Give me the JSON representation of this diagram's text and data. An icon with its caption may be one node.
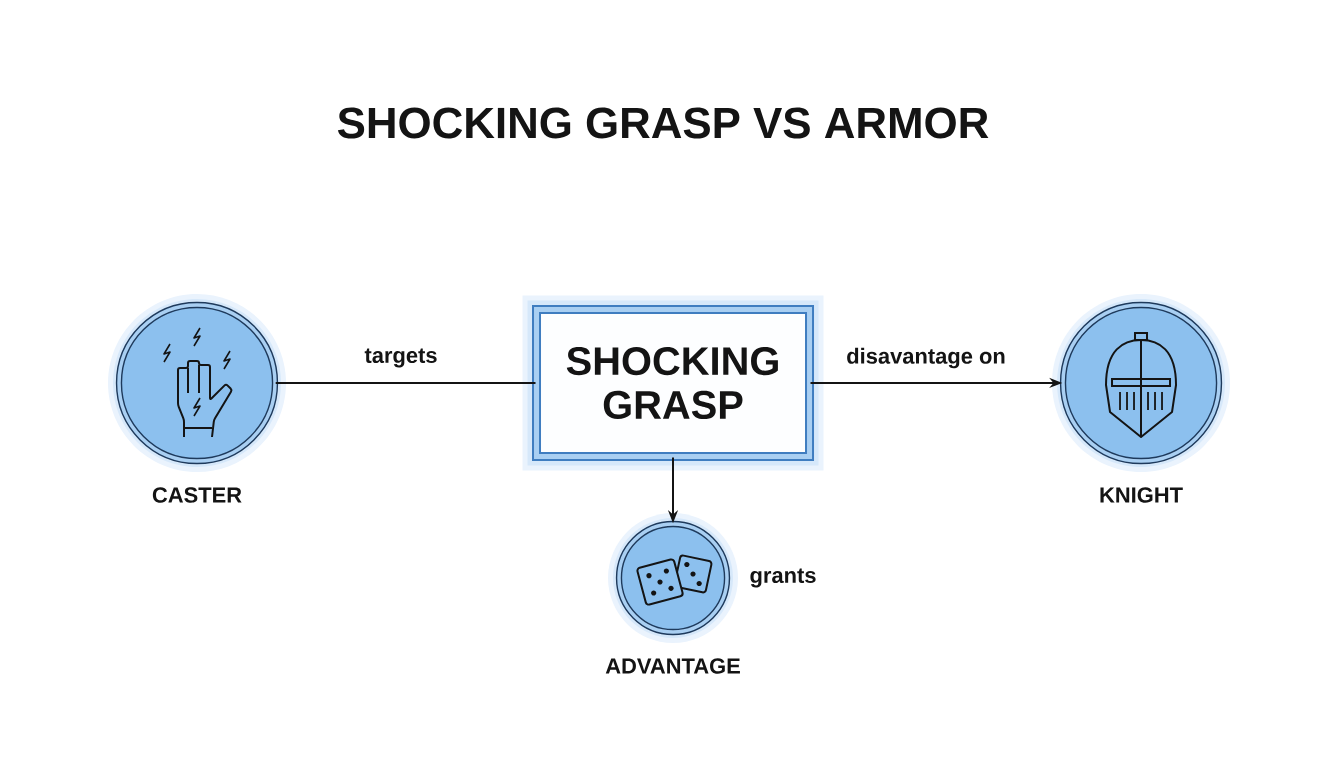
{
  "diagram": {
    "title": "SHOCKING GRASP VS ARMOR",
    "nodes": [
      {
        "text": [
          "CASTER"
        ]
      },
      {
        "text": [
          "SHOCKING GRASP"
        ]
      },
      {
        "text": [
          "KNIGHT"
        ]
      },
      {
        "text": [
          "ADVANTAGE"
        ]
      }
    ],
    "edges": [
      {
        "from": 0,
        "to": 1,
        "arrow": "none",
        "label": "targets"
      },
      {
        "from": 1,
        "to": 2,
        "arrow": "to",
        "label": "disavantage on"
      },
      {
        "from": 1,
        "to": 3,
        "arrow": "to",
        "label": "grants"
      }
    ]
  }
}
